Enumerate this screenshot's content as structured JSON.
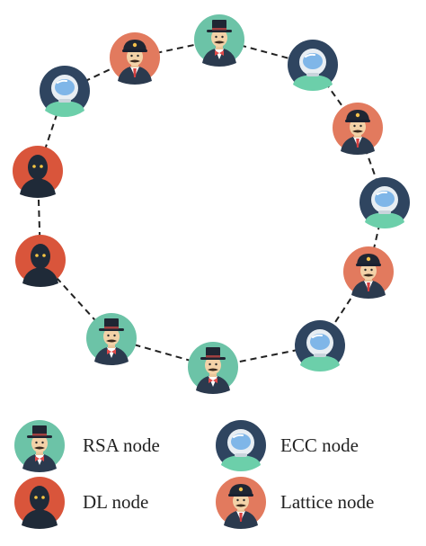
{
  "colors": {
    "rsa": "#6cc3a7",
    "ecc": "#2f4560",
    "dl": "#d9553b",
    "lattice": "#e27a5e",
    "edge": "#222222"
  },
  "ring": {
    "nodes": [
      {
        "type": "rsa",
        "icon": "top-hat-gentleman-icon"
      },
      {
        "type": "ecc",
        "icon": "astronaut-helmet-icon"
      },
      {
        "type": "lattice",
        "icon": "officer-cap-icon"
      },
      {
        "type": "ecc",
        "icon": "astronaut-helmet-icon"
      },
      {
        "type": "lattice",
        "icon": "officer-cap-icon"
      },
      {
        "type": "ecc",
        "icon": "astronaut-helmet-icon"
      },
      {
        "type": "rsa",
        "icon": "top-hat-gentleman-icon"
      },
      {
        "type": "rsa",
        "icon": "top-hat-gentleman-icon"
      },
      {
        "type": "dl",
        "icon": "hooded-figure-icon"
      },
      {
        "type": "dl",
        "icon": "hooded-figure-icon"
      },
      {
        "type": "ecc",
        "icon": "astronaut-helmet-icon"
      },
      {
        "type": "lattice",
        "icon": "officer-cap-icon"
      }
    ]
  },
  "legend": {
    "rsa": {
      "label": "RSA node",
      "icon": "top-hat-gentleman-icon"
    },
    "ecc": {
      "label": "ECC node",
      "icon": "astronaut-helmet-icon"
    },
    "dl": {
      "label": "DL node",
      "icon": "hooded-figure-icon"
    },
    "lattice": {
      "label": "Lattice node",
      "icon": "officer-cap-icon"
    }
  }
}
